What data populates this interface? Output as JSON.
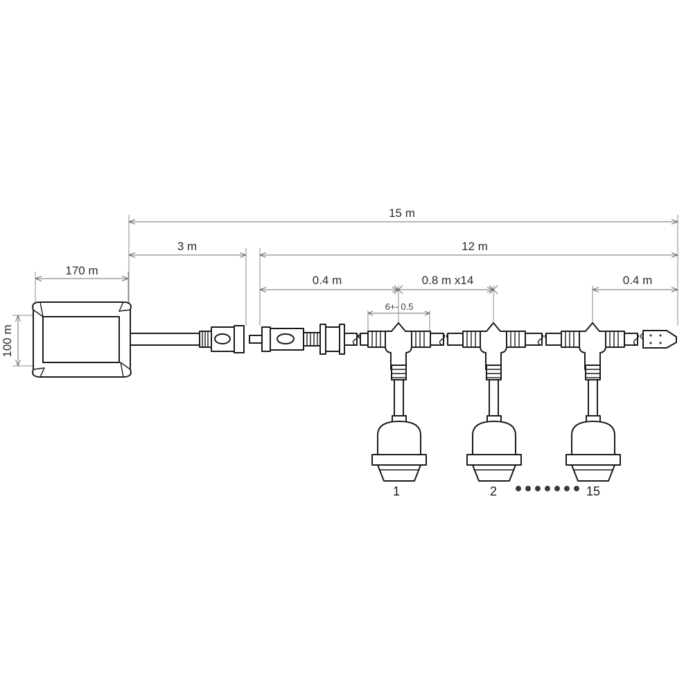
{
  "diagram": {
    "title": "String light cable assembly dimension drawing",
    "units_note": "m",
    "line_color": "#1a1a1a",
    "dim_color": "#6d6d6d",
    "background": "#ffffff"
  },
  "dimensions": {
    "total_length": "15 m",
    "lead_cable": "3 m",
    "lamp_section": "12 m",
    "first_spacing": "0.4 m",
    "lamp_pitch": "0.8 m x14",
    "last_spacing": "0.4 m",
    "connector_tolerance": "6+- 0.5",
    "housing_width": "170 m",
    "housing_height": "100 m"
  },
  "lamps": [
    {
      "label": "1"
    },
    {
      "label": "2"
    },
    {
      "label": "15"
    }
  ],
  "ellipsis": {
    "dot_count": 7,
    "color": "#3a3a3a"
  },
  "components": {
    "driver_box": "led-driver-housing",
    "inline_connector": "waterproof-inline-connector",
    "male_connector": "male-plug-connector",
    "tee_connector": "tee-branch-connector",
    "lamp_holder": "e27-lamp-holder",
    "end_cap": "cable-end-cap",
    "cable_break": "cable-break-symbol"
  }
}
